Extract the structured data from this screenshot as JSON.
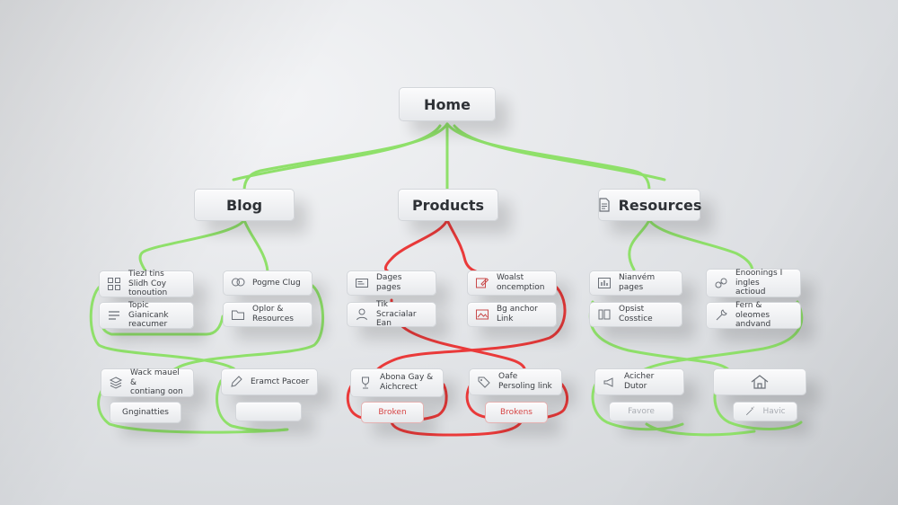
{
  "nodes": {
    "home": "Home",
    "blog": "Blog",
    "products": "Products",
    "resources": "Resources",
    "b1": "Tiezl tins Slidh Coy\ntonoution",
    "b2": "Topic Gianicank\nreacumer",
    "b3": "Pogme Clug",
    "b4": "Oplor & Resources",
    "b5": "Wack mauel &\ncontiang oon",
    "b6": "Gnginatties",
    "b7": "Eramct Pacoer",
    "p1": "Dages pages",
    "p2": "Tik Scracialar Ean",
    "p3": "Woalst oncemption",
    "p4": "Bg anchor Link",
    "p5": "Abona Gay &\nAichcrect",
    "p6": "Broken",
    "p7": "Oafe Persoling link",
    "p8": "Brokens",
    "r1": "Nianvém pages",
    "r2": "Opsist Cosstice",
    "r3": "Enoonings I ingles\nactioud",
    "r4": "Fern & oleomes\nandvand",
    "r5": "Acicher Dutor",
    "r6": "Favore",
    "r7": "Havic"
  },
  "colors": {
    "link_ok": "#8fe06a",
    "link_broken": "#ea3a3a"
  },
  "icons": {
    "b1": "grid-icon",
    "b2": "list-icon",
    "b3": "chat-icon",
    "b4": "folder-icon",
    "b5": "stack-icon",
    "b7": "pencil-icon",
    "p1": "card-icon",
    "p2": "person-icon",
    "p3": "edit-icon",
    "p4": "image-icon",
    "p5": "trophy-icon",
    "p7": "tag-icon",
    "r1": "bar-chart-icon",
    "r2": "columns-icon",
    "r3": "link-icon",
    "r4": "tool-icon",
    "r5": "megaphone-icon",
    "r6": "house-icon",
    "r7": "wand-icon",
    "resources": "document-icon"
  }
}
